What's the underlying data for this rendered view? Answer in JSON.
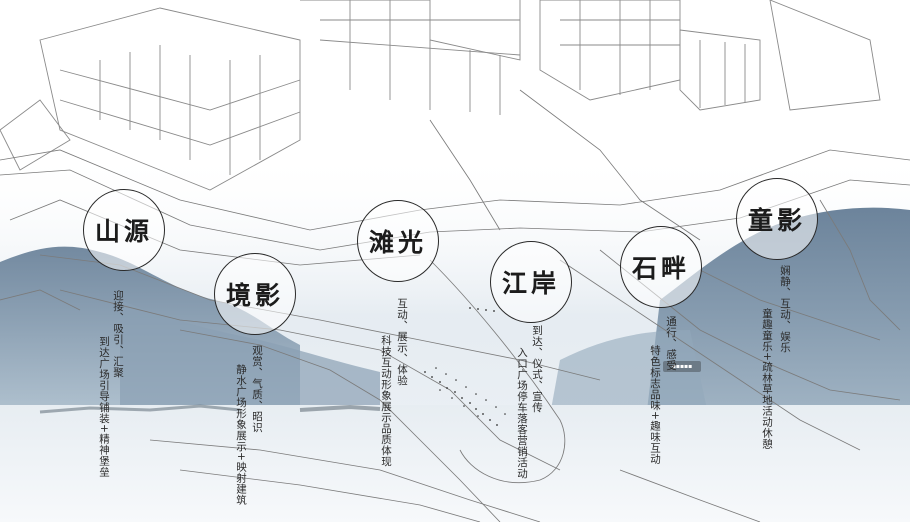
{
  "zones": [
    {
      "id": "shanyuan",
      "title": "山源",
      "lines": [
        "迎接、吸引、汇聚",
        "到达广场引导铺装+精神堡垒"
      ]
    },
    {
      "id": "jingying",
      "title": "境影",
      "lines": [
        "观赏、气质、昭识",
        "静水广场形象展示+映射建筑"
      ]
    },
    {
      "id": "tanguang",
      "title": "滩光",
      "lines": [
        "互动、展示、体验",
        "科技互动形象展示品质体现"
      ]
    },
    {
      "id": "jiangan",
      "title": "江岸",
      "lines": [
        "到达、仪式、宣传",
        "入口广场停车落客营销活动"
      ]
    },
    {
      "id": "shipan",
      "title": "石畔",
      "lines": [
        "通行、感受",
        "特色标志品味+趣味互动"
      ]
    },
    {
      "id": "tongying",
      "title": "童影",
      "lines": [
        "娴静、互动、娱乐",
        "童趣童乐+疏林草地活动休憩"
      ]
    }
  ],
  "colors": {
    "ink": "#1c1c1c",
    "mist_blue": "#7f97ad",
    "mountain_dark": "#5f7890",
    "line": "#8a8a8a"
  }
}
